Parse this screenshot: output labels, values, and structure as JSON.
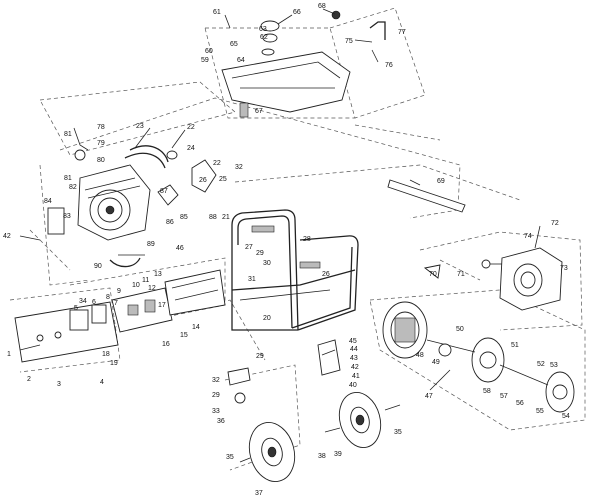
{
  "callouts": [
    "1",
    "2",
    "3",
    "4",
    "5",
    "6",
    "7",
    "8",
    "9",
    "10",
    "11",
    "12",
    "13",
    "14",
    "15",
    "16",
    "17",
    "18",
    "19",
    "20",
    "21",
    "22",
    "23",
    "24",
    "25",
    "26",
    "27",
    "28",
    "29",
    "30",
    "31",
    "32",
    "33",
    "34",
    "35",
    "36",
    "37",
    "38",
    "39",
    "40",
    "41",
    "42",
    "43",
    "44",
    "45",
    "46",
    "47",
    "48",
    "49",
    "50",
    "51",
    "52",
    "53",
    "54",
    "55",
    "56",
    "57",
    "58",
    "59",
    "60",
    "61",
    "62",
    "63",
    "64",
    "65",
    "66",
    "67",
    "68",
    "69",
    "70",
    "71",
    "72",
    "73",
    "74",
    "75",
    "76",
    "77",
    "78",
    "79",
    "80",
    "81",
    "82",
    "83",
    "84",
    "85",
    "86",
    "87",
    "88",
    "89",
    "90"
  ]
}
